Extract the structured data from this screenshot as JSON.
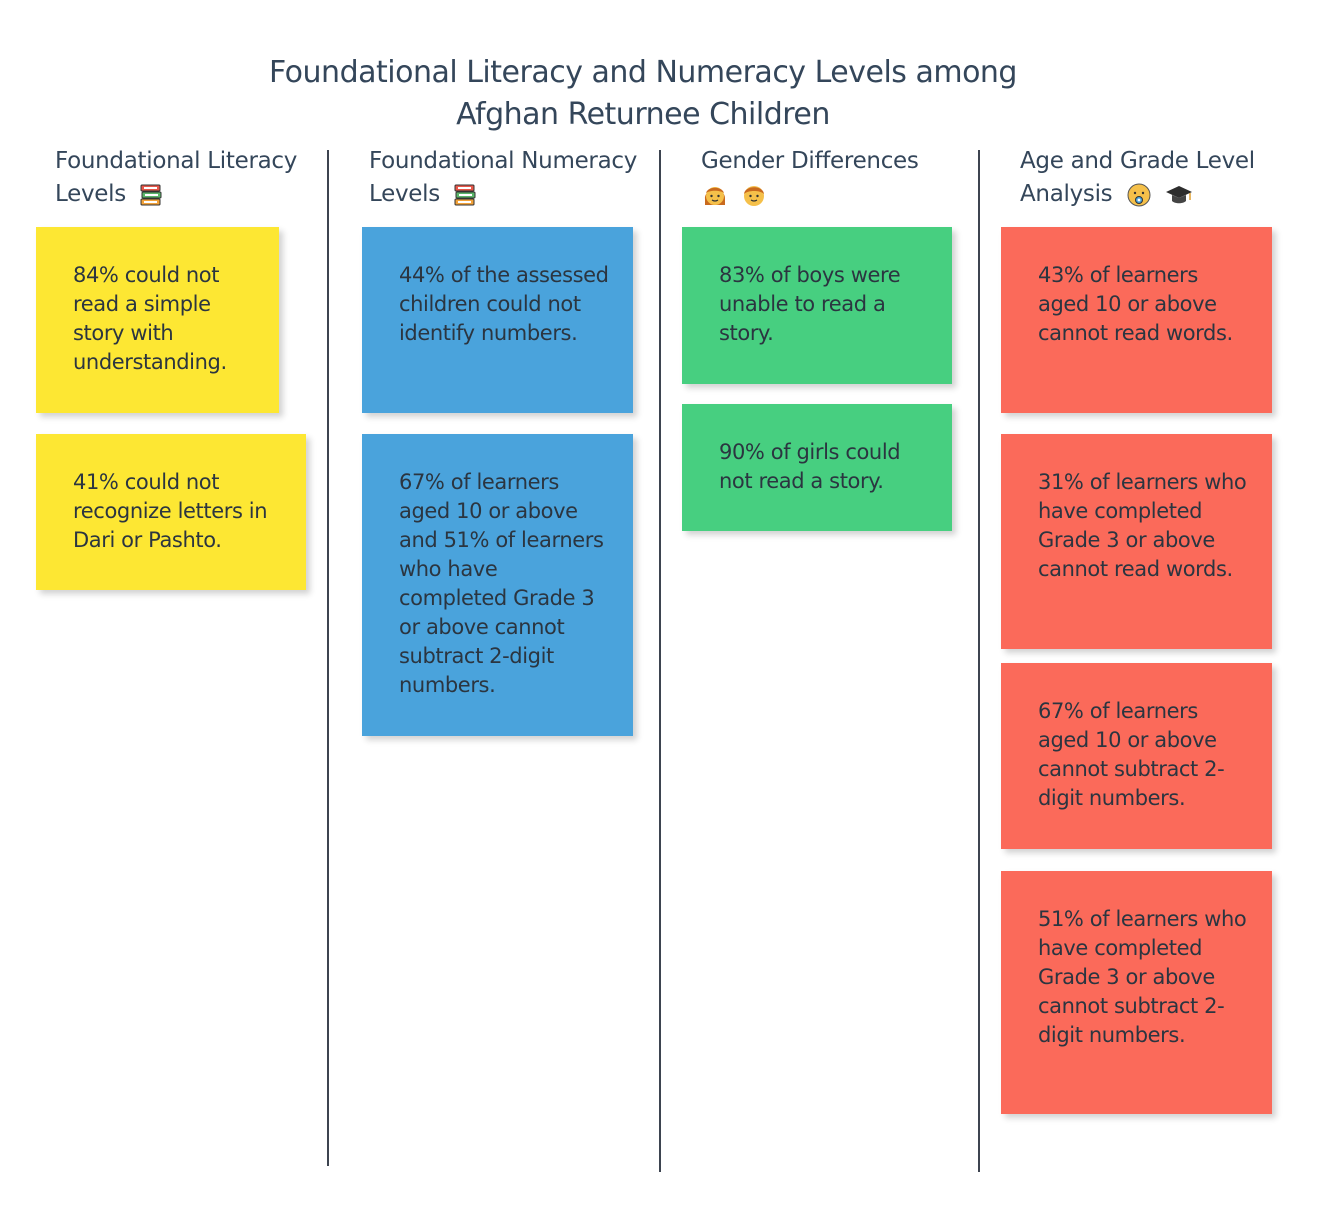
{
  "title": {
    "line1": "Foundational Literacy and Numeracy Levels among",
    "line2": "Afghan Returnee Children"
  },
  "columns": [
    {
      "heading_line1": "Foundational Literacy",
      "heading_line2": "Levels",
      "icons": [
        "books-icon"
      ],
      "notes": [
        "84% could not read a simple story with understanding.",
        "41% could not recognize letters in Dari or Pashto."
      ]
    },
    {
      "heading_line1": "Foundational Numeracy",
      "heading_line2": "Levels",
      "icons": [
        "books-icon"
      ],
      "notes": [
        "44% of the assessed children could not identify numbers.",
        "67% of learners aged 10 or above and 51% of learners who have completed Grade 3 or above cannot subtract 2-digit numbers."
      ]
    },
    {
      "heading_line1": "Gender Differences",
      "heading_line2": "",
      "icons": [
        "girl-icon",
        "boy-icon"
      ],
      "notes": [
        "83% of boys were unable to read a story.",
        "90% of girls could not read a story."
      ]
    },
    {
      "heading_line1": "Age and Grade Level",
      "heading_line2": "Analysis",
      "icons": [
        "child-face-icon",
        "graduation-cap-icon"
      ],
      "notes": [
        "43% of learners aged 10 or above cannot read words.",
        "31% of learners who have completed Grade 3 or above cannot read words.",
        "67% of learners aged 10 or above cannot subtract 2-digit numbers.",
        "51% of learners who have completed Grade 3 or above cannot subtract 2-digit numbers."
      ]
    }
  ],
  "colors": {
    "literacy": "#fde733",
    "numeracy": "#4aa3dc",
    "gender": "#47cf80",
    "age_grade": "#fb6a5a"
  }
}
